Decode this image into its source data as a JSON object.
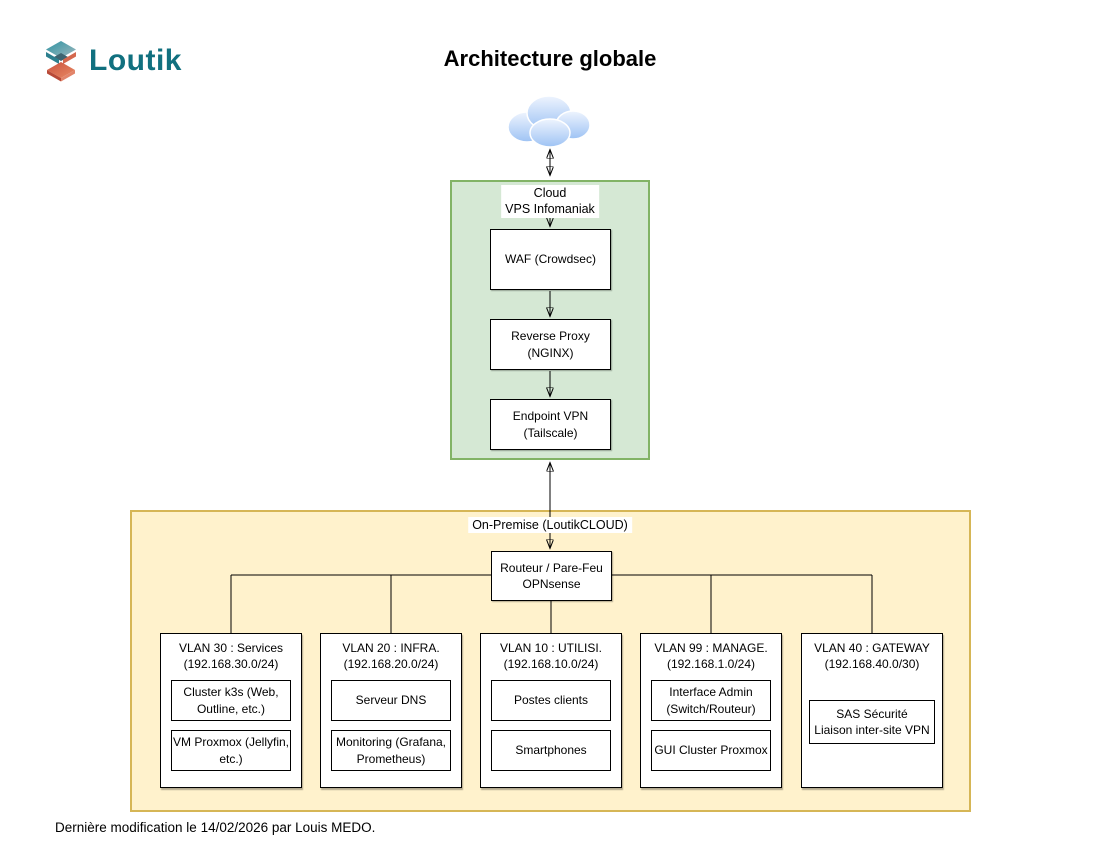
{
  "brand": {
    "name": "Loutik",
    "icon": "loutik-cube-icon",
    "color_teal": "#11707f",
    "color_coral": "#d4684e"
  },
  "title": "Architecture globale",
  "colors": {
    "cloud_group_fill": "#d5e8d4",
    "cloud_group_border": "#82b366",
    "onprem_group_fill": "#fff2cc",
    "onprem_group_border": "#d6b656",
    "cloud_icon_fill": "#a9c9f5",
    "node_fill": "#ffffff",
    "node_border": "#000000"
  },
  "cloud_group": {
    "label": "Cloud\nVPS Infomaniak",
    "nodes": {
      "waf": "WAF (Crowdsec)",
      "reverse_proxy": "Reverse Proxy\n(NGINX)",
      "endpoint_vpn": "Endpoint VPN\n(Tailscale)"
    }
  },
  "onprem_group": {
    "label": "On-Premise (LoutikCLOUD)",
    "router": "Routeur / Pare-Feu\nOPNsense",
    "vlans": [
      {
        "title": "VLAN 30 : Services\n(192.168.30.0/24)",
        "items": [
          "Cluster k3s (Web,\nOutline, etc.)",
          "VM Proxmox (Jellyfin,\netc.)"
        ]
      },
      {
        "title": "VLAN 20 : INFRA.\n(192.168.20.0/24)",
        "items": [
          "Serveur DNS",
          "Monitoring (Grafana,\nPrometheus)"
        ]
      },
      {
        "title": "VLAN 10 : UTILISI.\n(192.168.10.0/24)",
        "items": [
          "Postes clients",
          "Smartphones"
        ]
      },
      {
        "title": "VLAN 99 : MANAGE.\n(192.168.1.0/24)",
        "items": [
          "Interface Admin\n(Switch/Routeur)",
          "GUI Cluster Proxmox"
        ]
      },
      {
        "title": "VLAN 40 : GATEWAY\n(192.168.40.0/30)",
        "items": [
          "SAS Sécurité\nLiaison inter-site VPN"
        ]
      }
    ]
  },
  "footer": {
    "note": "Dernière modification le 14/02/2026 par Louis MEDO."
  }
}
